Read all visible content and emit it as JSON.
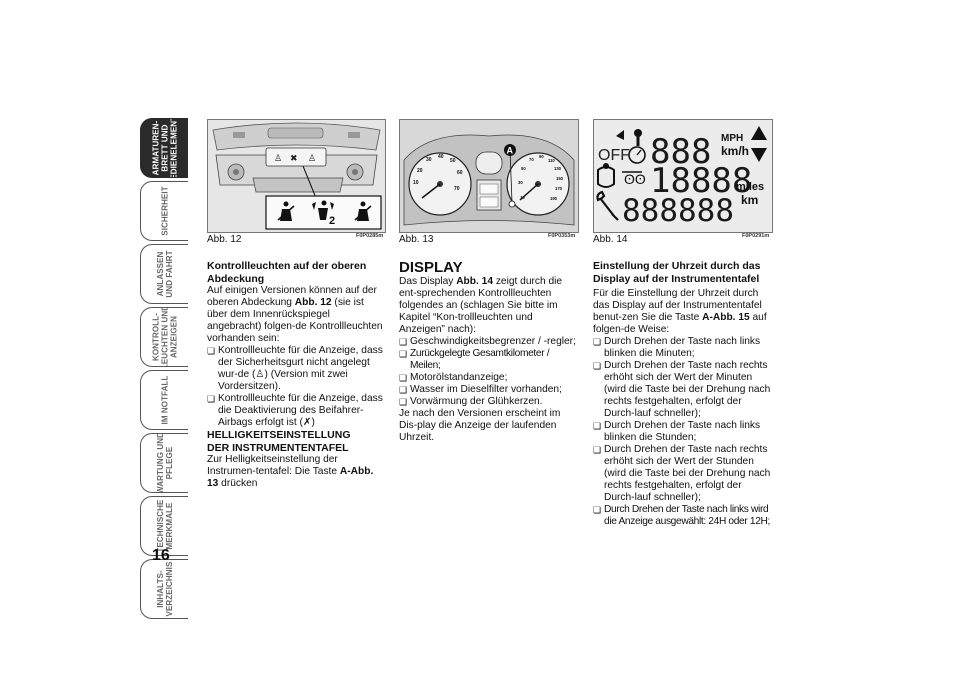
{
  "sidebar": {
    "tabs": [
      {
        "label": "ARMATUREN-\nBRETT UND\nBEDIENELEMENTE",
        "active": true
      },
      {
        "label": "SICHERHEIT",
        "active": false
      },
      {
        "label": "ANLASSEN\nUND FAHRT",
        "active": false
      },
      {
        "label": "KONTROLL-\nLEUCHTEN UND\nANZEIGEN",
        "active": false
      },
      {
        "label": "IM NOTFALL",
        "active": false
      },
      {
        "label": "WARTUNG UND\nPFLEGE",
        "active": false
      },
      {
        "label": "TECHNISCHE\nMERKMALE",
        "active": false
      },
      {
        "label": "INHALTS-\nVERZEICHNIS",
        "active": false
      }
    ],
    "page_number": "16"
  },
  "figures": {
    "fig12": {
      "caption": "Abb. 12",
      "code": "F0P0285m",
      "icon_label": "2"
    },
    "fig13": {
      "caption": "Abb. 13",
      "code": "F0P0353m",
      "marker": "A",
      "left_gauge": [
        "20",
        "30",
        "40",
        "50",
        "60",
        "70",
        "10"
      ],
      "right_gauge": [
        "10",
        "30",
        "50",
        "70",
        "90",
        "110",
        "130",
        "150",
        "170",
        "190"
      ]
    },
    "fig14": {
      "caption": "Abb. 14",
      "code": "F0P0291m",
      "off_label": "OFF",
      "speed_digits": "888",
      "odo_digits": "18888",
      "trip_digits": "888888",
      "unit_mph": "MPH",
      "unit_kmh": "km/h",
      "unit_miles": "miles",
      "unit_km": "km"
    }
  },
  "col1": {
    "heading": "Kontrollleuchten auf der oberen Abdeckung",
    "intro_a": "Auf einigen Versionen können auf der oberen Abdeckung ",
    "intro_ref": "Abb. 12",
    "intro_b": " (sie ist über dem Innenrückspiegel angebracht) folgen-de Kontrollleuchten vorhanden sein:",
    "bullet1": "Kontrollleuchte für die Anzeige, dass der Sicherheitsgurt nicht angelegt wur-de (",
    "bullet1_end": ") (Version mit zwei Vordersitzen).",
    "bullet2": "Kontrollleuchte für die Anzeige, dass die Deaktivierung des Beifahrer-Airbags erfolgt ist (",
    "bullet2_end": ")",
    "heading2_line1": "HELLIGKEITSEINSTELLUNG",
    "heading2_line2": "DER INSTRUMENTENTAFEL",
    "para2_a": "Zur Helligkeitseinstellung der Instrumen-tentafel: Die Taste ",
    "para2_ref": "A-Abb. 13",
    "para2_b": " drücken"
  },
  "col2": {
    "heading": "DISPLAY",
    "para1_a": "Das Display ",
    "para1_ref": "Abb. 14",
    "para1_b": " zeigt durch die ent-sprechenden Kontrollleuchten folgendes an (schlagen Sie bitte im Kapitel “Kon-trollleuchten und Anzeigen” nach):",
    "items": [
      "Geschwindigkeitsbegrenzer / -regler;",
      "Zurückgelegte Gesamtkilometer / Meilen;",
      "Motorölstandanzeige;",
      "Wasser im Dieselfilter vorhanden;",
      "Vorwärmung der Glühkerzen."
    ],
    "para2": "Je nach den Versionen erscheint im Dis-play die Anzeige der laufenden Uhrzeit."
  },
  "col3": {
    "heading": "Einstellung der Uhrzeit durch das Display auf der Instrumententafel",
    "para1_a": "Für die Einstellung der Uhrzeit durch das Display auf der Instrumententafel benut-zen Sie die Taste ",
    "para1_ref": "A-Abb. 15",
    "para1_b": " auf folgen-de Weise:",
    "items": [
      "Durch Drehen der Taste nach links blinken die Minuten;",
      "Durch Drehen der Taste nach rechts erhöht sich der Wert der Minuten (wird die Taste bei der Drehung nach rechts festgehalten, erfolgt der Durch-lauf schneller);",
      "Durch Drehen der Taste nach links blinken die Stunden;",
      "Durch Drehen der Taste nach rechts erhöht sich der Wert der Stunden (wird die Taste bei der Drehung nach rechts festgehalten, erfolgt der Durch-lauf schneller);",
      "Durch Drehen der Taste nach links wird die Anzeige ausgewählt: 24H oder 12H;"
    ]
  }
}
